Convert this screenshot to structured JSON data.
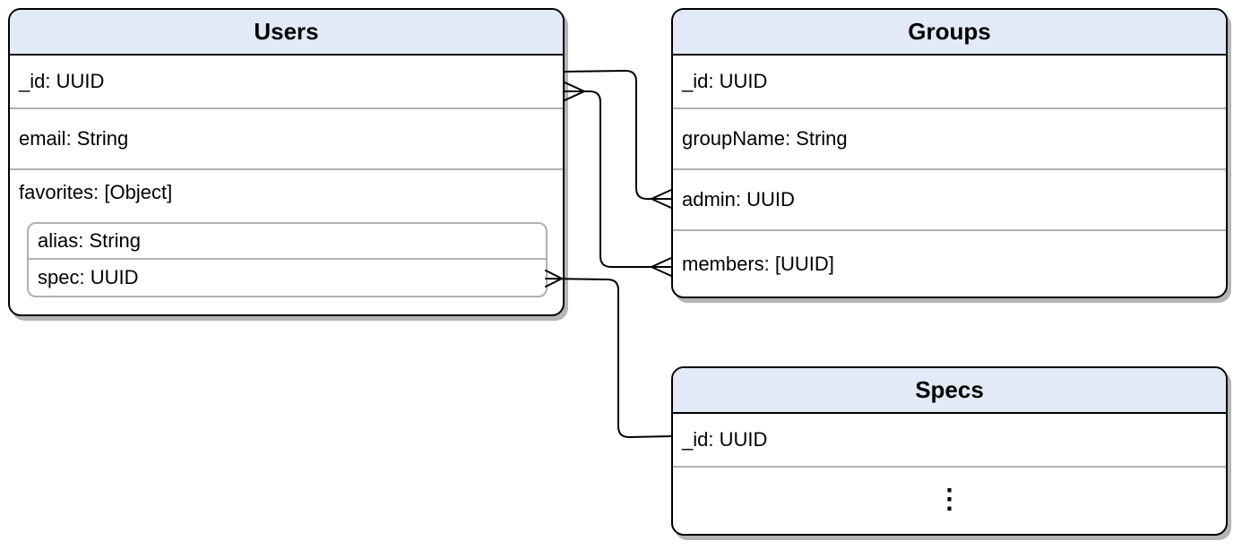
{
  "tables": {
    "users": {
      "title": "Users",
      "fields": {
        "id": "_id: UUID",
        "email": "email: String",
        "favorites": "favorites: [Object]"
      },
      "favorites_object": {
        "alias": "alias: String",
        "spec": "spec: UUID"
      }
    },
    "groups": {
      "title": "Groups",
      "fields": {
        "id": "_id: UUID",
        "group_name": "groupName: String",
        "admin": "admin: UUID",
        "members": "members: [UUID]"
      }
    },
    "specs": {
      "title": "Specs",
      "fields": {
        "id": "_id: UUID",
        "more": "⋮"
      }
    }
  },
  "relationships": [
    {
      "from": "Users._id",
      "to": "Groups.admin",
      "notation": "one-to-many"
    },
    {
      "from": "Users._id",
      "to": "Groups.members",
      "notation": "many-to-many"
    },
    {
      "from": "Specs._id",
      "to": "Users.favorites.spec",
      "notation": "one-to-many"
    }
  ],
  "colors": {
    "header_fill": "#e3eaf7",
    "border": "#000000",
    "separator": "#b0b0b0",
    "shadow": "#b5b5b5"
  }
}
